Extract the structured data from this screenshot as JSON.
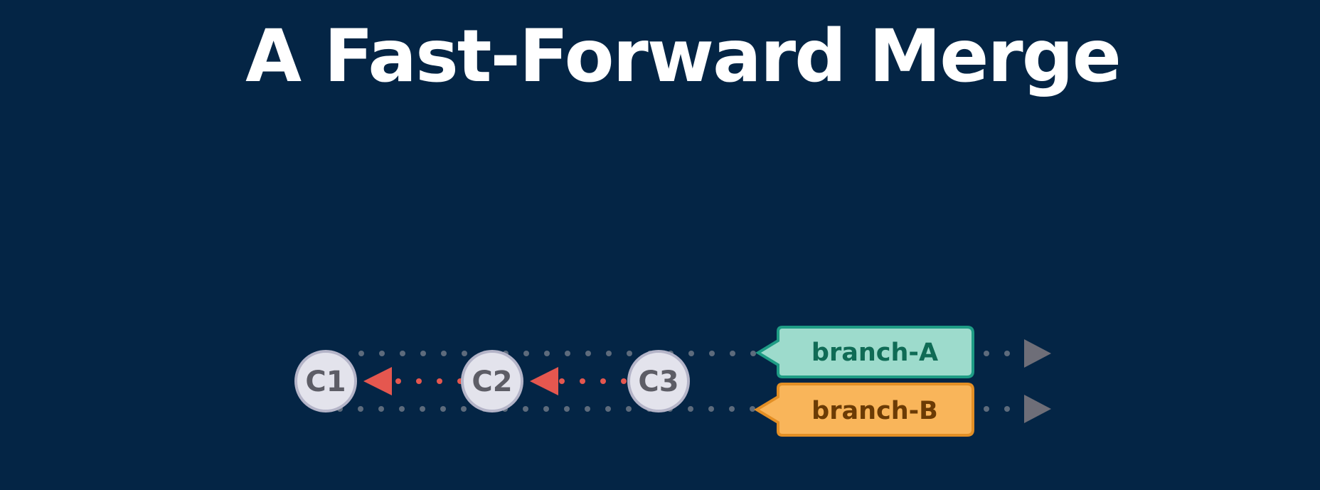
{
  "slide": {
    "title": "A Fast-Forward Merge"
  },
  "diagram": {
    "commits": [
      "C1",
      "C2",
      "C3"
    ],
    "branches": [
      {
        "label": "branch-A",
        "fill": "#9ddbcc",
        "stroke": "#1e9c85",
        "text": "#0f6b55"
      },
      {
        "label": "branch-B",
        "fill": "#f9b55a",
        "stroke": "#e38f25",
        "text": "#6b3b05"
      }
    ],
    "colors": {
      "commit_fill": "#e3e3ec",
      "commit_stroke": "#b4b4c8",
      "commit_text": "#5d5d66",
      "parent_arrow": "#e5574f",
      "track_dots": "#5d6b7c",
      "track_arrow": "#6e6e78"
    }
  }
}
